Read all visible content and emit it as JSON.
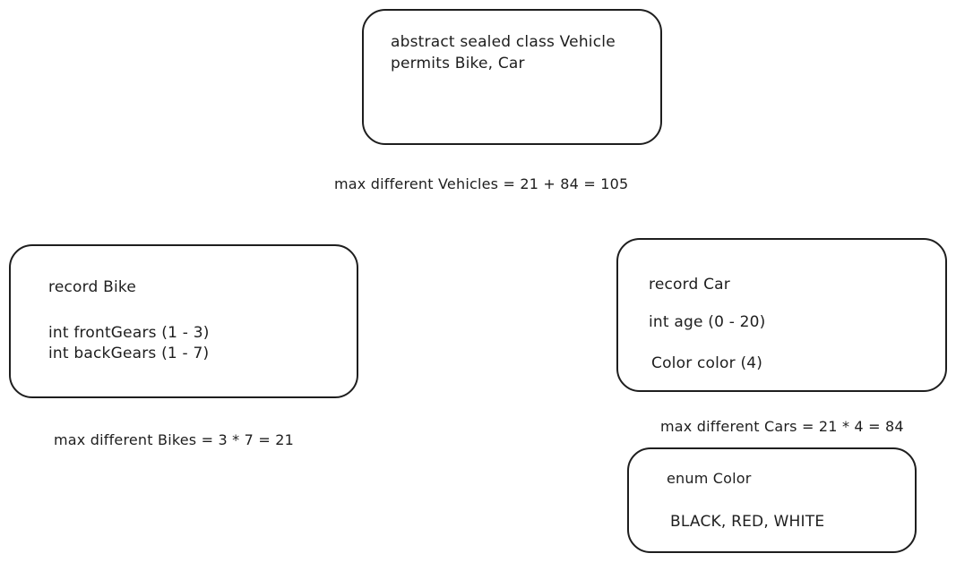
{
  "vehicle": {
    "line1": "abstract sealed class Vehicle",
    "line2": "permits Bike, Car"
  },
  "vehicles_caption": "max different Vehicles = 21 + 84 = 105",
  "bike": {
    "title": "record Bike",
    "field1": "int frontGears (1 - 3)",
    "field2": "int backGears (1 - 7)"
  },
  "bikes_caption": "max different Bikes = 3 * 7 = 21",
  "car": {
    "title": "record Car",
    "field1": "int age (0 - 20)",
    "field2": "Color color (4)"
  },
  "cars_caption": "max different Cars = 21 * 4 = 84",
  "color": {
    "title": "enum Color",
    "values": "BLACK, RED, WHITE"
  }
}
